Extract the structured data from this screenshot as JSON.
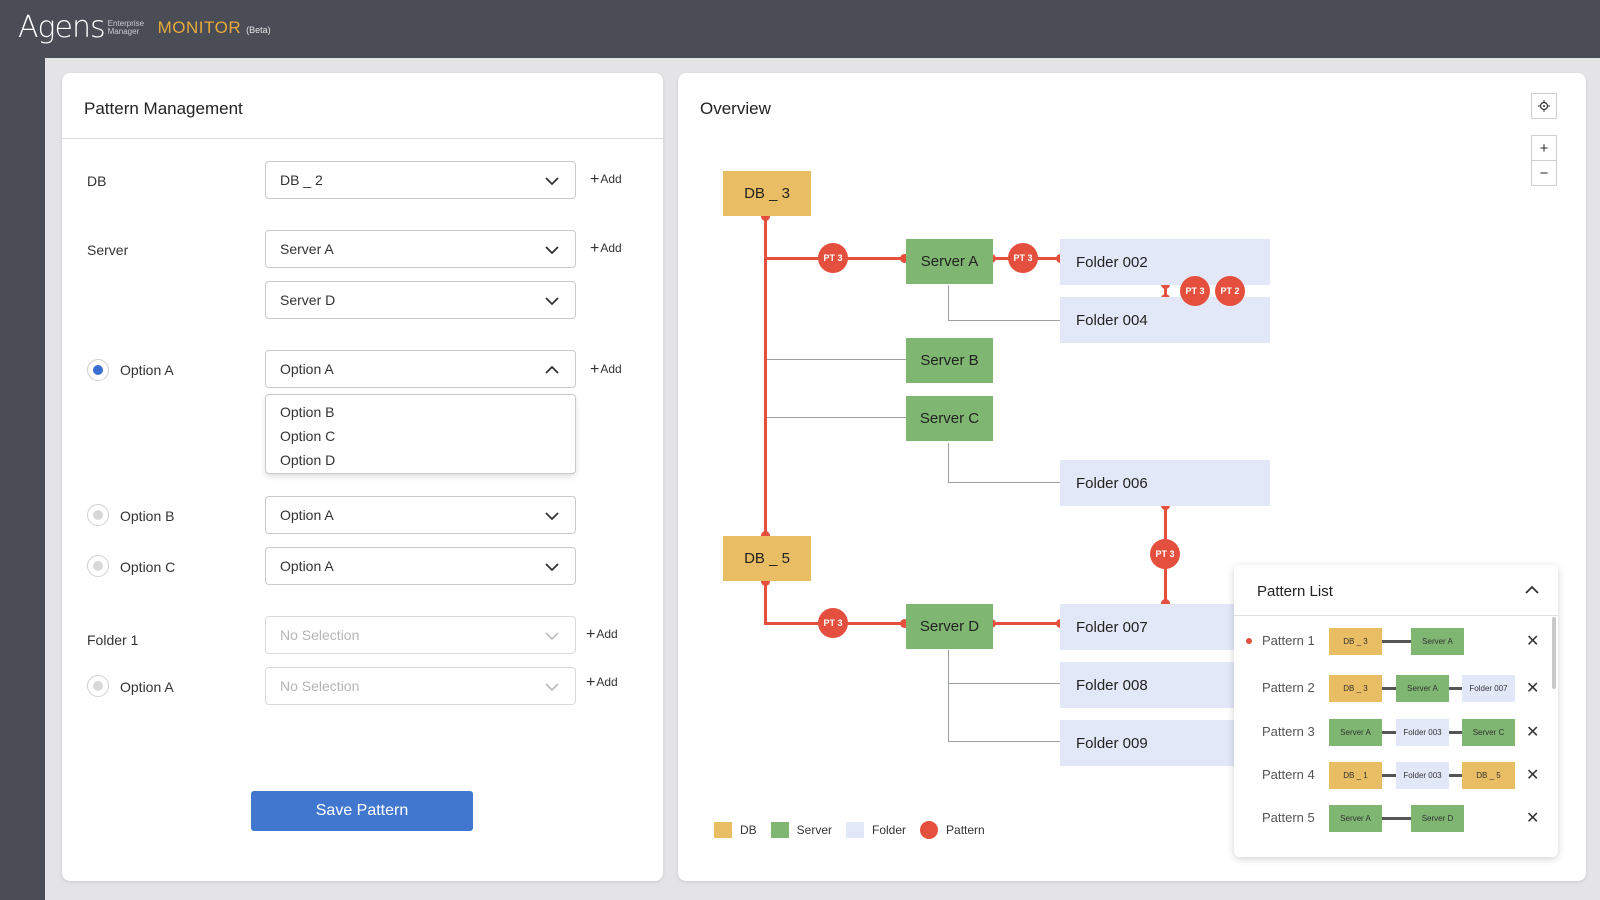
{
  "header": {
    "logo_main": "Agens",
    "logo_sub": "Enterprise Manager",
    "logo_monitor": "MONITOR",
    "logo_beta": "(Beta)"
  },
  "pattern_management": {
    "title": "Pattern Management",
    "add_label": "Add",
    "fields": {
      "db_label": "DB",
      "db_value": "DB _ 2",
      "server_label": "Server",
      "server_value_1": "Server A",
      "server_value_2": "Server D",
      "option_a_label": "Option A",
      "option_a_value": "Option A",
      "dropdown_options": [
        "Option B",
        "Option C",
        "Option D"
      ],
      "option_b_label": "Option B",
      "option_b_value": "Option A",
      "option_c_label": "Option C",
      "option_c_value": "Option A",
      "folder_label": "Folder 1",
      "folder_value": "No Selection",
      "folder_option_a_label": "Option A",
      "folder_option_a_value": "No Selection"
    },
    "save_label": "Save Pattern"
  },
  "overview": {
    "title": "Overview",
    "zoom_in": "+",
    "zoom_out": "−",
    "nodes": {
      "db3": "DB _ 3",
      "db5": "DB _ 5",
      "server_a": "Server A",
      "server_b": "Server B",
      "server_c": "Server C",
      "server_d": "Server D",
      "folder002": "Folder 002",
      "folder004": "Folder 004",
      "folder006": "Folder 006",
      "folder007": "Folder 007",
      "folder008": "Folder 008",
      "folder009": "Folder 009"
    },
    "patterns": {
      "pt3": "PT 3",
      "pt2": "PT 2"
    },
    "legend": {
      "db": "DB",
      "server": "Server",
      "folder": "Folder",
      "pattern": "Pattern"
    },
    "colors": {
      "db": "#e9bd63",
      "server": "#7fb672",
      "folder": "#e3e8f8",
      "pattern": "#e4503d"
    }
  },
  "pattern_list": {
    "title": "Pattern List",
    "rows": [
      {
        "name": "Pattern 1",
        "nodes": [
          "DB _ 3",
          "Server A"
        ]
      },
      {
        "name": "Pattern 2",
        "nodes": [
          "DB _ 3",
          "Server A",
          "Folder 007"
        ]
      },
      {
        "name": "Pattern 3",
        "nodes": [
          "Server A",
          "Folder 003",
          "Server C"
        ]
      },
      {
        "name": "Pattern 4",
        "nodes": [
          "DB _ 1",
          "Folder 003",
          "DB _ 5"
        ]
      },
      {
        "name": "Pattern 5",
        "nodes": [
          "Server A",
          "Server D"
        ]
      }
    ]
  }
}
